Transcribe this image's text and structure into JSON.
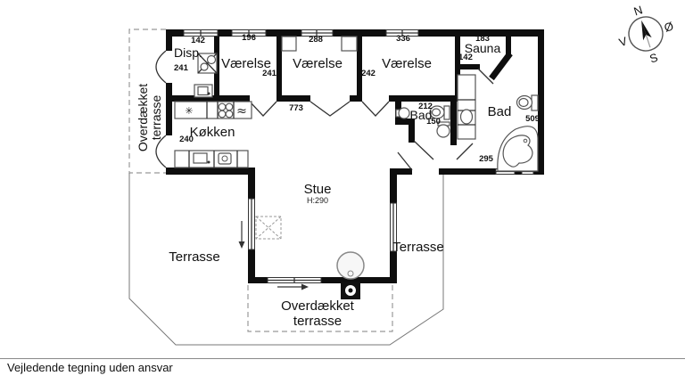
{
  "footer": {
    "disclaimer": "Vejledende tegning uden ansvar"
  },
  "compass": {
    "n": "N",
    "s": "S",
    "oe": "Ø",
    "v": "V"
  },
  "icons": {
    "freezer": "✳",
    "oven": "≈"
  },
  "rooms": {
    "disp": {
      "name": "Disp.",
      "dim_w": "142",
      "dim_h": "241"
    },
    "vaerelse1": {
      "name": "Værelse",
      "dim_w": "196",
      "dim_h": "241"
    },
    "vaerelse2": {
      "name": "Værelse",
      "dim_w": "288"
    },
    "vaerelse3": {
      "name": "Værelse",
      "dim_w": "336",
      "dim_h": "242"
    },
    "sauna": {
      "name": "Sauna",
      "dim_w": "183",
      "dim_h": "142"
    },
    "koekken": {
      "name": "Køkken",
      "dim_h": "240"
    },
    "stue": {
      "name": "Stue",
      "ceiling": "H:290",
      "dim_w": "773"
    },
    "bad_small": {
      "name": "Bad",
      "dim_w": "212",
      "dim_h": "150"
    },
    "bad_large": {
      "name": "Bad",
      "dim_h": "509",
      "dim_w": "295"
    },
    "terrasse_left": {
      "name": "Terrasse"
    },
    "terrasse_right": {
      "name": "Terrasse"
    },
    "overdaekket_venstre": {
      "line1": "Overdækket",
      "line2": "terrasse"
    },
    "overdaekket_syd": {
      "line1": "Overdækket",
      "line2": "terrasse"
    }
  }
}
